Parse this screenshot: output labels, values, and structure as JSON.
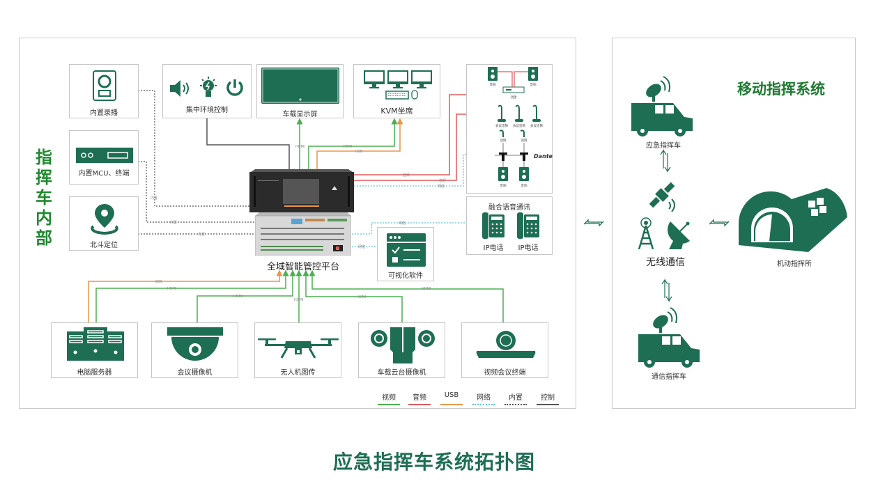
{
  "left_panel": {
    "vertical_title": "指挥车内部",
    "nodes": {
      "recorder": "内置录播",
      "env_control": "集中环境控制",
      "display": "车载显示屏",
      "kvm": "KVM坐席",
      "mcu": "内置MCU、终端",
      "beidou": "北斗定位",
      "platform": "全域智能管控平台",
      "visual_software": "可视化软件",
      "voice_comm": "融合语音通讯",
      "ip_phone_1": "IP电话",
      "ip_phone_2": "IP电话",
      "server": "电脑服务器",
      "meeting_camera": "会议摄像机",
      "drone": "无人机图传",
      "ptz_camera": "车载云台摄像机",
      "video_conf": "视频会议终端"
    },
    "audio_box": {
      "speaker": "音响",
      "amplifier": "功放",
      "conf_mic": "会议话筒",
      "mic": "话筒",
      "brand": "Dante"
    },
    "connection_labels": {
      "hdmi": "HDMI",
      "usb": "USB",
      "audio": "音频",
      "network": "网络",
      "builtin": "内置"
    },
    "legend": [
      {
        "label": "视频",
        "color": "#4caf50",
        "style": "solid"
      },
      {
        "label": "音频",
        "color": "#e05a5a",
        "style": "solid"
      },
      {
        "label": "USB",
        "color": "#e8954a",
        "style": "solid"
      },
      {
        "label": "网络",
        "color": "#5bc8dc",
        "style": "dotted"
      },
      {
        "label": "内置",
        "color": "#555555",
        "style": "dotted"
      },
      {
        "label": "控制",
        "color": "#555555",
        "style": "solid"
      }
    ]
  },
  "right_panel": {
    "title": "移动指挥系统",
    "nodes": {
      "emergency_vehicle": "应急指挥车",
      "wireless": "无线通信",
      "mobile_post": "机动指挥所",
      "comm_vehicle": "通信指挥车"
    }
  },
  "footer": {
    "title": "应急指挥车系统拓扑图"
  },
  "colors": {
    "brand_green": "#1e6e54",
    "title_green": "#1e8a2e",
    "video": "#4caf50",
    "audio": "#e05a5a",
    "usb": "#e8954a",
    "network": "#5bc8dc",
    "builtin": "#555555",
    "control": "#555555"
  }
}
